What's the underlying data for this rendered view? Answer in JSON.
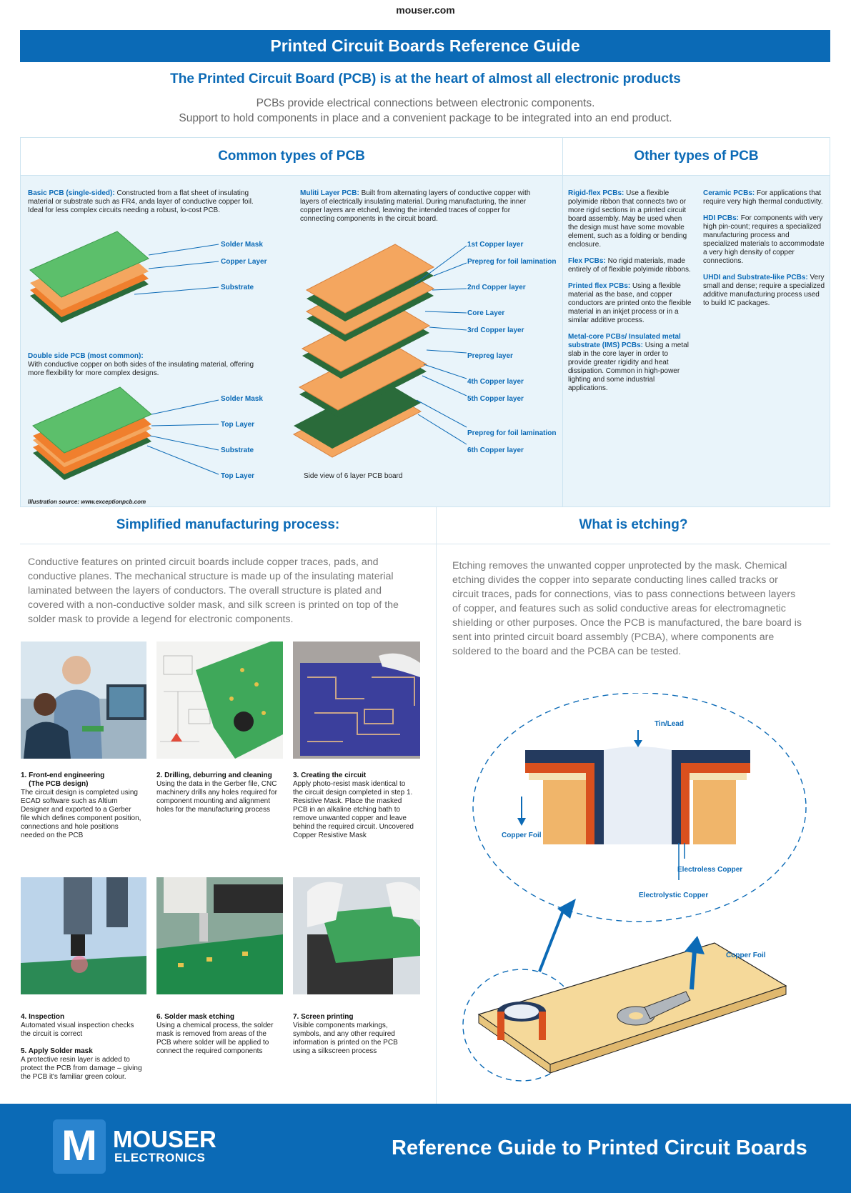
{
  "site": "mouser.com",
  "banner": "Printed Circuit Boards Reference Guide",
  "subtitle": "The Printed Circuit Board (PCB) is at the heart of almost all electronic products",
  "intro": {
    "line1": "PCBs provide electrical connections between electronic components.",
    "line2": "Support to hold components in place and a convenient package to be integrated into an end product."
  },
  "common": {
    "heading": "Common types of PCB",
    "basic_title": "Basic PCB (single-sided):",
    "basic_text": " Constructed from a flat sheet of insulating material or substrate such as FR4, anda layer of conductive copper foil. Ideal for less complex circuits needing a robust, lo-cost PCB.",
    "basic_labels": [
      "Solder Mask",
      "Copper Layer",
      "Substrate"
    ],
    "double_title": "Double side PCB (most common):",
    "double_text": "With conductive copper on both sides of the insulating material, offering more flexibility for more complex designs.",
    "double_labels": [
      "Solder Mask",
      "Top Layer",
      "Substrate",
      "Top Layer"
    ],
    "multi_title": "Muliti Layer PCB:",
    "multi_text": " Built from alternating layers of conductive copper with layers of electrically insulating material. During manufacturing, the inner copper layers are etched, leaving the intended traces of copper for connecting components in the circuit board.",
    "multi_labels": [
      "1st Copper layer",
      "Prepreg for foil lamination",
      "2nd Copper layer",
      "Core Layer",
      "3rd Copper layer",
      "Prepreg layer",
      "4th Copper layer",
      "5th Copper layer",
      "Prepreg for foil lamination",
      "6th Copper layer"
    ],
    "multi_caption": "Side view of 6 layer PCB board",
    "source": "Illustration source: www.exceptionpcb.com"
  },
  "other": {
    "heading": "Other types of PCB",
    "items_left": [
      {
        "title": "Rigid-flex PCBs:",
        "text": " Use a flexible polyimide ribbon that connects two or more rigid sections in a printed circuit board assembly. May be used when the design must have some movable element, such as a folding or bending enclosure."
      },
      {
        "title": "Flex PCBs:",
        "text": " No rigid materials, made entirely of of flexible polyimide ribbons."
      },
      {
        "title": "Printed flex PCBs:",
        "text": " Using a flexible material as the base, and copper conductors are printed onto the flexible material in an inkjet process or in a similar additive process."
      },
      {
        "title": "Metal-core PCBs/ Insulated metal substrate (IMS) PCBs:",
        "text": " Using a metal slab in the core layer in order to provide greater rigidity and heat dissipation. Common in high-power lighting and some industrial applications."
      }
    ],
    "items_right": [
      {
        "title": "Ceramic PCBs:",
        "text": " For applications that require very high thermal conductivity."
      },
      {
        "title": "HDI PCBs:",
        "text": " For components with very high pin-count; requires a specialized manufacturing process and specialized materials to accommodate a very high density of copper connections."
      },
      {
        "title": "UHDI and Substrate-like PCBs:",
        "text": " Very small and dense; require a specialized additive manufacturing process used to build IC packages."
      }
    ]
  },
  "manufacturing": {
    "heading": "Simplified manufacturing process:",
    "text": "Conductive features on printed circuit boards include copper traces, pads, and conductive planes. The mechanical structure is made up of the insulating material laminated between the layers of conductors. The overall structure is plated and covered with a non-conductive solder mask, and silk screen is printed on top of the solder mask to provide a legend for electronic components.",
    "steps": [
      {
        "title": "1. Front-end engineering\n    (The PCB design)",
        "text": "The circuit design is completed using ECAD software such as Altium Designer and exported to a Gerber file which defines component position, connections and hole positions needed on the PCB"
      },
      {
        "title": "2. Drilling, deburring and cleaning",
        "text": "Using the data in the Gerber file, CNC machinery drills any holes required for component mounting and alignment holes for the manufacturing process"
      },
      {
        "title": "3. Creating the circuit",
        "text": "Apply photo-resist mask identical to the circuit design completed in step 1. Resistive Mask. Place the masked PCB in an alkaline etching bath to remove unwanted copper and leave behind the required circuit. Uncovered Copper Resistive Mask"
      },
      {
        "title": "4. Inspection",
        "text": "Automated visual inspection checks the circuit is correct"
      },
      {
        "title": "5. Apply Solder mask",
        "text": "A protective resin layer is added to protect the PCB from damage – giving the PCB it's familiar green colour."
      },
      {
        "title": "6. Solder mask etching",
        "text": "Using a chemical process, the solder mask is removed from areas of the PCB where solder will be applied to connect the required components"
      },
      {
        "title": "7. Screen printing",
        "text": "Visible components markings, symbols, and any other required information is printed on the PCB using a silkscreen process"
      }
    ]
  },
  "etching": {
    "heading": "What is etching?",
    "text": "Etching removes the unwanted copper unprotected by the mask. Chemical etching divides the copper into separate conducting lines called tracks or circuit traces, pads for connections, vias to pass connections between layers of copper, and features such as solid conductive areas  for electromagnetic shielding or other purposes. Once the PCB is manufactured, the bare board is sent into printed circuit board assembly (PCBA), where components are soldered to the board and the PCBA can be tested.",
    "labels": {
      "tin_lead": "Tin/Lead",
      "copper_foil": "Copper Foil",
      "electroless": "Electroless Copper",
      "electrolytic": "Electrolystic Copper",
      "copper_foil2": "Copper Foil"
    }
  },
  "footer": {
    "logo_letter": "M",
    "logo_line1": "MOUSER",
    "logo_line2": "ELECTRONICS",
    "title": "Reference Guide to Printed Circuit Boards"
  },
  "colors": {
    "brand_blue": "#0b6ab6",
    "pcb_green": "#5cbf6b",
    "copper": "#f4a65f",
    "dark_green": "#2a6b3a"
  }
}
